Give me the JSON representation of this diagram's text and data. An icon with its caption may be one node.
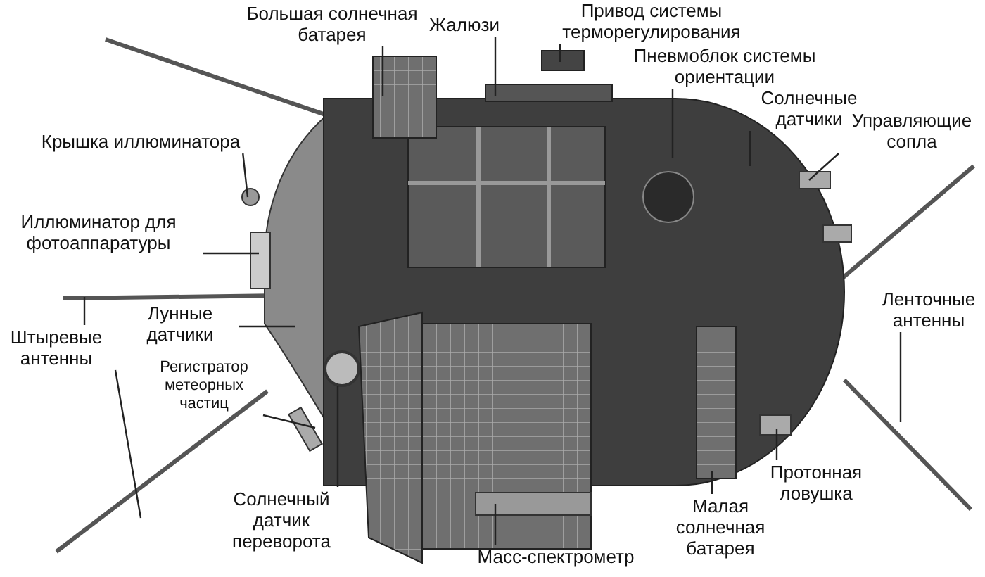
{
  "diagram": {
    "nodes": [
      {
        "text": [
          "Большая солнечная батарея"
        ]
      },
      {
        "text": [
          "Жалюзи"
        ]
      },
      {
        "text": [
          "Привод системы терморегулирования"
        ]
      },
      {
        "text": [
          "Пневмоблок системы ориентации"
        ]
      },
      {
        "text": [
          "Крышка иллюминатора"
        ]
      },
      {
        "text": [
          "Солнечные датчики"
        ]
      },
      {
        "text": [
          "Управляющие сопла"
        ]
      },
      {
        "text": [
          "Иллюминатор для фотоаппаратуры"
        ]
      },
      {
        "text": [
          "Лунные датчики"
        ]
      },
      {
        "text": [
          "Ленточные антенны"
        ]
      },
      {
        "text": [
          "Штыревые антенны"
        ]
      },
      {
        "text": [
          "Регистратор метеорных частиц"
        ]
      },
      {
        "text": [
          "Протонная ловушка"
        ]
      },
      {
        "text": [
          "Солнечный датчик переворота"
        ]
      },
      {
        "text": [
          "Масс-спектрометр"
        ]
      },
      {
        "text": [
          "Малая солнечная батарея"
        ]
      }
    ],
    "edges": [
      {
        "from": 0,
        "to": null,
        "arrow": "none"
      },
      {
        "from": 1,
        "to": null,
        "arrow": "none"
      },
      {
        "from": 2,
        "to": null,
        "arrow": "none"
      },
      {
        "from": 3,
        "to": null,
        "arrow": "none"
      },
      {
        "from": 4,
        "to": null,
        "arrow": "none"
      },
      {
        "from": 5,
        "to": null,
        "arrow": "none"
      },
      {
        "from": 6,
        "to": null,
        "arrow": "none"
      },
      {
        "from": 7,
        "to": null,
        "arrow": "none"
      },
      {
        "from": 8,
        "to": null,
        "arrow": "none"
      },
      {
        "from": 9,
        "to": null,
        "arrow": "none"
      },
      {
        "from": 10,
        "to": null,
        "arrow": "none"
      },
      {
        "from": 10,
        "to": null,
        "arrow": "none"
      },
      {
        "from": 11,
        "to": null,
        "arrow": "none"
      },
      {
        "from": 12,
        "to": null,
        "arrow": "none"
      },
      {
        "from": 13,
        "to": null,
        "arrow": "none"
      },
      {
        "from": 14,
        "to": null,
        "arrow": "none"
      },
      {
        "from": 15,
        "to": null,
        "arrow": "none"
      }
    ]
  }
}
